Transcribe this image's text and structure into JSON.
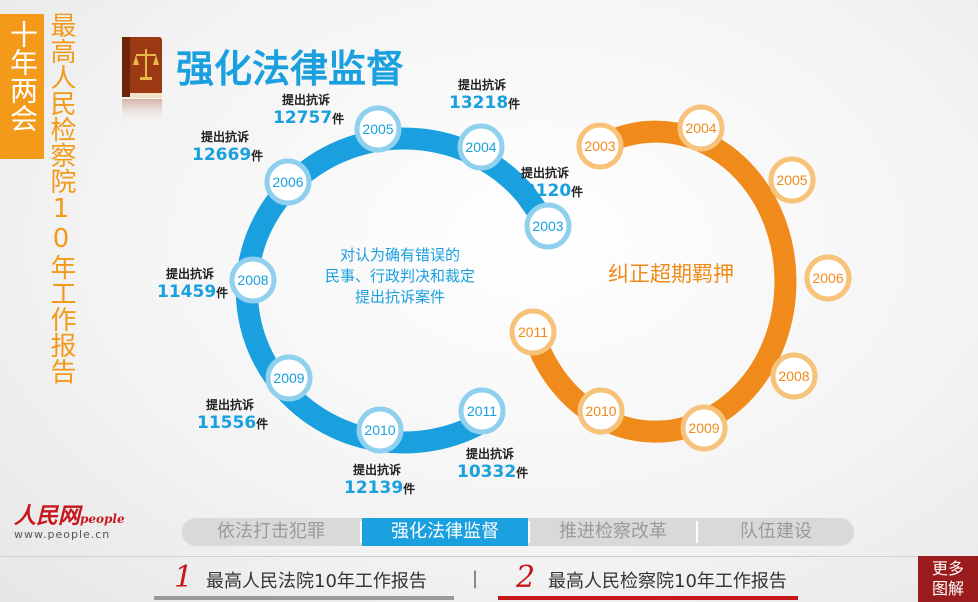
{
  "sidebar": {
    "tag": "十年两会",
    "report_title": "最高人民检察院10年工作报告"
  },
  "header": {
    "title": "强化法律监督"
  },
  "left_loop": {
    "center_lines": [
      "对认为确有错误的",
      "民事、行政判决和裁定",
      "提出抗诉案件"
    ],
    "unit": "件",
    "items": [
      {
        "year": "2003",
        "label": "提出抗诉",
        "value": "13120"
      },
      {
        "year": "2004",
        "label": "提出抗诉",
        "value": "13218"
      },
      {
        "year": "2005",
        "label": "提出抗诉",
        "value": "12757"
      },
      {
        "year": "2006",
        "label": "提出抗诉",
        "value": "12669"
      },
      {
        "year": "2008",
        "label": "提出抗诉",
        "value": "11459"
      },
      {
        "year": "2009",
        "label": "提出抗诉",
        "value": "11556"
      },
      {
        "year": "2010",
        "label": "提出抗诉",
        "value": "12139"
      },
      {
        "year": "2011",
        "label": "提出抗诉",
        "value": "10332"
      }
    ]
  },
  "right_loop": {
    "center_text": "纠正超期羁押",
    "years": [
      "2003",
      "2004",
      "2005",
      "2006",
      "2008",
      "2009",
      "2010",
      "2011"
    ]
  },
  "logo": {
    "brand": "人民网",
    "brand_en": "people",
    "url": "www.people.cn"
  },
  "tabs": [
    {
      "label": "依法打击犯罪"
    },
    {
      "label": "强化法律监督"
    },
    {
      "label": "推进检察改革"
    },
    {
      "label": "队伍建设"
    }
  ],
  "footer": {
    "item1_num": "1",
    "item1": "最高人民法院10年工作报告",
    "separator": "|",
    "item2_num": "2",
    "item2": "最高人民检察院10年工作报告",
    "more_line1": "更多",
    "more_line2": "图解"
  },
  "colors": {
    "blue": "#1aa0de",
    "orange": "#f08a1a",
    "red": "#c8161d",
    "tab_bg": "#d9d9d9"
  }
}
